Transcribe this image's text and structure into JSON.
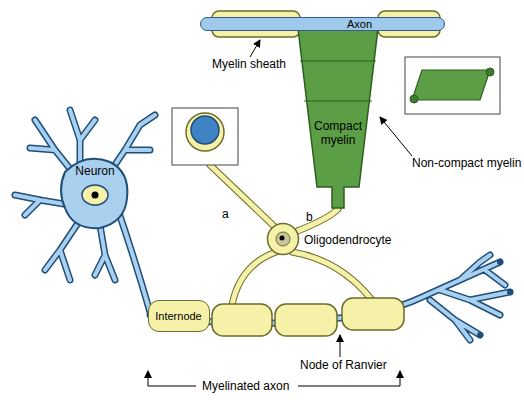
{
  "diagram": {
    "nodes": [
      {
        "text": [
          "Axon"
        ]
      },
      {
        "text": [
          "Compact myelin"
        ]
      },
      {
        "text": [
          "Oligodendrocyte"
        ]
      },
      {
        "text": [
          "Neuron"
        ]
      },
      {
        "text": [
          "Internode"
        ]
      }
    ],
    "edges": [
      {
        "from": 2,
        "to": 1,
        "label": "b",
        "arrow": "none"
      }
    ],
    "labels": [
      "Myelin sheath",
      "Non-compact myelin",
      "a",
      "Node of Ranvier",
      "Myelinated axon"
    ]
  }
}
